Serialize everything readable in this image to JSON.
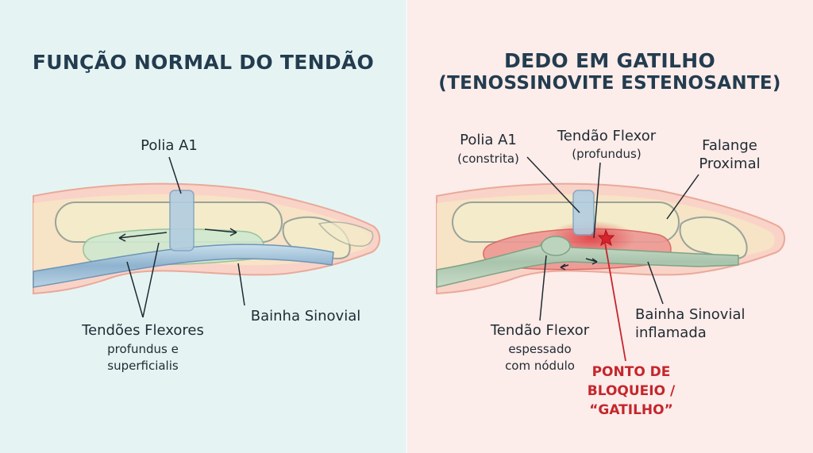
{
  "left": {
    "title": "FUNÇÃO NORMAL DO TENDÃO",
    "labels": {
      "polia": "Polia A1",
      "bainha": "Bainha Sinovial",
      "tendoes": "Tendões Flexores",
      "tendoes_sub1": "profundus e",
      "tendoes_sub2": "superficialis"
    }
  },
  "right": {
    "title_line1": "DEDO EM GATILHO",
    "title_line2": "(TENOSSINOVITE ESTENOSANTE)",
    "labels": {
      "polia": "Polia A1",
      "polia_sub": "(constrita)",
      "tendao_top": "Tendão Flexor",
      "tendao_top_sub": "(profundus)",
      "falange_1": "Falange",
      "falange_2": "Proximal",
      "bainha_1": "Bainha Sinovial",
      "bainha_2": "inflamada",
      "tendao_bottom": "Tendão Flexor",
      "tendao_bottom_sub1": "espessado",
      "tendao_bottom_sub2": "com nódulo",
      "ponto_1": "PONTO DE",
      "ponto_2": "BLOQUEIO /",
      "ponto_3": "“GATILHO”"
    }
  },
  "colors": {
    "bg_left": "#e5f4f3",
    "bg_right": "#fcecea",
    "skin": "#f8d0c4",
    "bone": "#f3eac9",
    "tendon": "#a9c7dc",
    "inflamed": "#e98a88",
    "trigger": "#d8232a"
  }
}
